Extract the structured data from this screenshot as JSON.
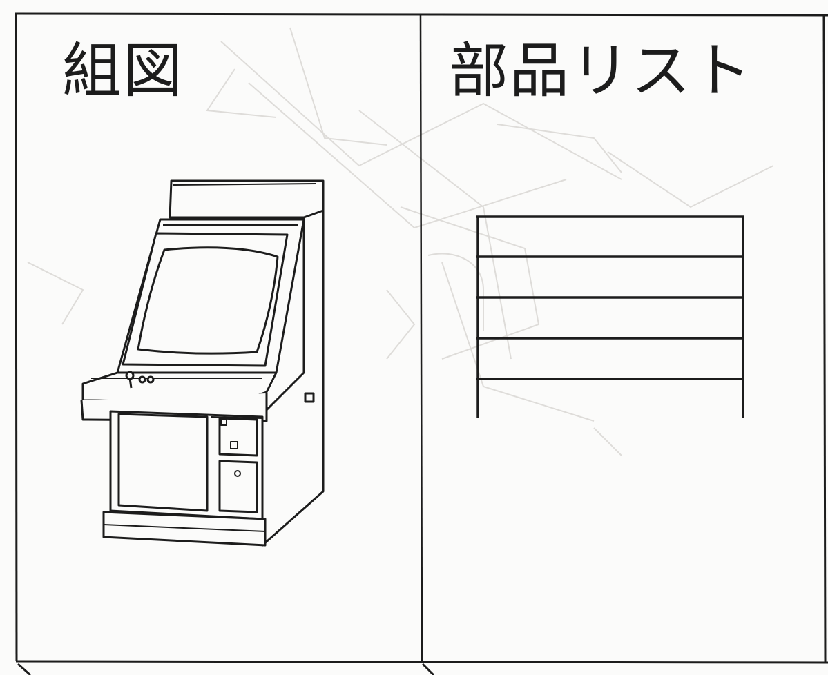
{
  "panels": {
    "left": {
      "title": "組図",
      "illustration_icon": "arcade-cabinet-icon"
    },
    "right": {
      "title": "部品リスト",
      "illustration_icon": "parts-list-table-icon",
      "table_rows": 5
    }
  },
  "colors": {
    "ink": "#1c1c1c",
    "paper": "#fbfbfa",
    "faint_ink": "#d8d8d6"
  }
}
